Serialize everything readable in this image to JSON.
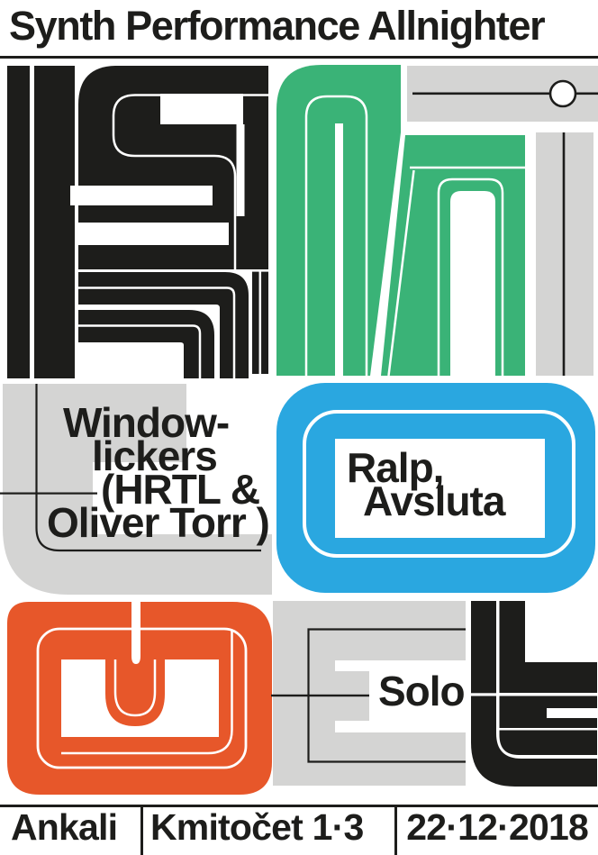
{
  "header": {
    "title": "Synth Performance Allnighter"
  },
  "lineup": {
    "act1": {
      "line1": "Window-",
      "line2": "lickers",
      "line3": "(HRTL &",
      "line4": "Oliver Torr )"
    },
    "act2": {
      "line1": "Ralp,",
      "line2": "Avsluta"
    },
    "act3": {
      "label": "Solo"
    }
  },
  "footer": {
    "venue": "Ankali",
    "event": "Kmitočet 1·3",
    "date": "22·12·2018"
  },
  "colors": {
    "ink_black": "#1d1d1b",
    "glyph_green": "#3ab377",
    "glyph_blue": "#2aa7e0",
    "glyph_orange": "#e7572a",
    "glyph_gray": "#d4d4d3",
    "background": "#ffffff"
  }
}
